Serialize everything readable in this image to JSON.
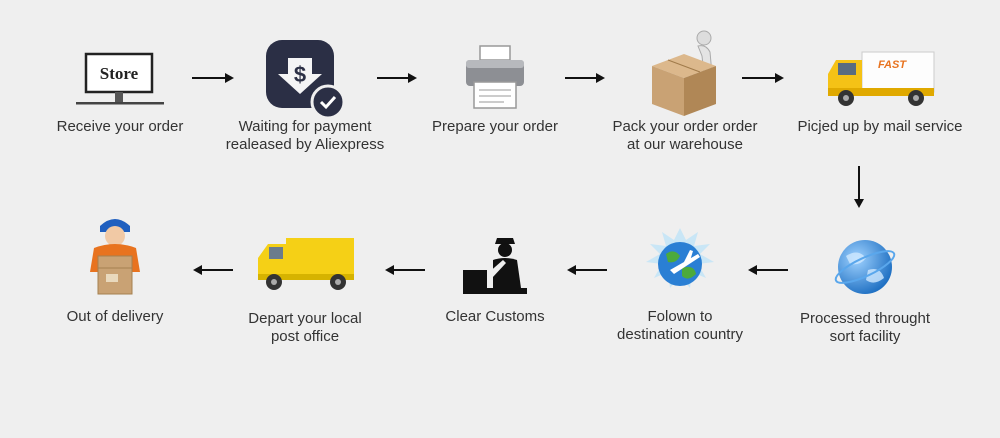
{
  "steps": [
    {
      "id": "receive",
      "icon": "store-icon",
      "lines": [
        "Receive your order"
      ],
      "store_text": "Store"
    },
    {
      "id": "payment",
      "icon": "payment-dollar-icon",
      "lines": [
        "Waiting for payment",
        "realeased by Aliexpress"
      ]
    },
    {
      "id": "prepare",
      "icon": "printer-icon",
      "lines": [
        "Prepare your order"
      ]
    },
    {
      "id": "pack",
      "icon": "package-box-icon",
      "lines": [
        "Pack your order order",
        "at our warehouse"
      ]
    },
    {
      "id": "pickup",
      "icon": "delivery-truck-icon",
      "lines": [
        "Picjed up by mail service"
      ],
      "truck_text": "FAST"
    },
    {
      "id": "sort",
      "icon": "globe-icon",
      "lines": [
        "Processed throught",
        "sort facility"
      ]
    },
    {
      "id": "follow",
      "icon": "airplane-globe-icon",
      "lines": [
        "Folown to",
        "destination country"
      ]
    },
    {
      "id": "customs",
      "icon": "customs-officer-icon",
      "lines": [
        "Clear Customs"
      ]
    },
    {
      "id": "depart",
      "icon": "van-icon",
      "lines": [
        "Depart your local",
        "post office"
      ]
    },
    {
      "id": "out",
      "icon": "courier-icon",
      "lines": [
        "Out of delivery"
      ]
    }
  ],
  "colors": {
    "background": "#efefef",
    "text": "#333333",
    "arrow": "#111111",
    "truck_yellow": "#f5d016",
    "box_brown": "#c9a274",
    "payment_dark": "#2b2f45",
    "globe_blue": "#2a7fd4",
    "courier_orange": "#e8731f"
  }
}
